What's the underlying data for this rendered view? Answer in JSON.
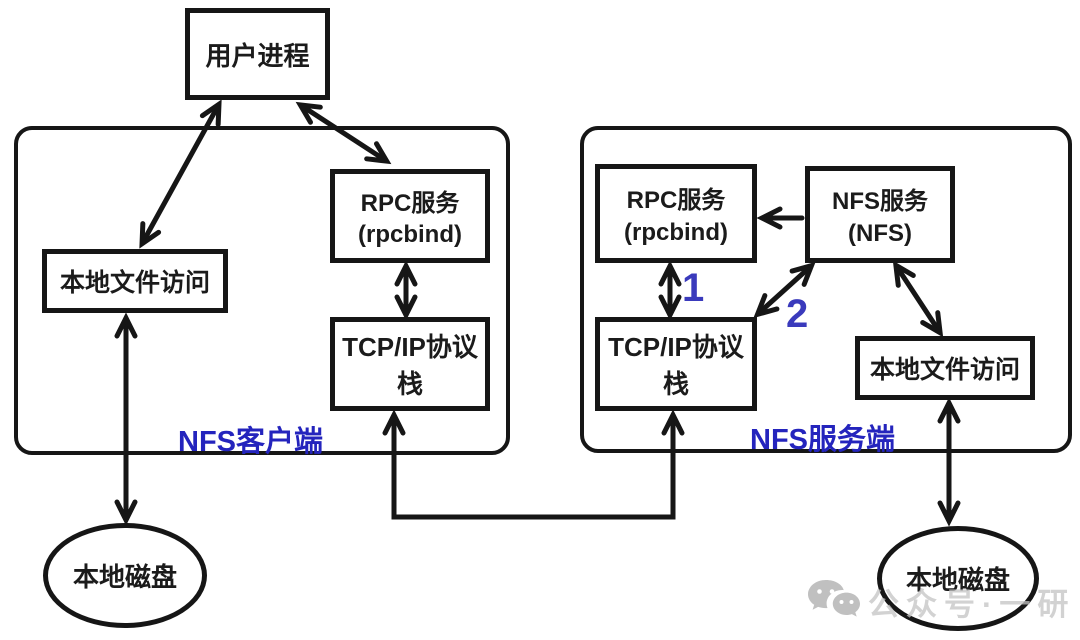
{
  "diagram": {
    "user_process": "用户进程",
    "client": {
      "label": "NFS客户端",
      "local_file": "本地文件访问",
      "rpc_line1": "RPC服务",
      "rpc_line2": "(rpcbind)",
      "tcpip": "TCP/IP协议栈",
      "disk": "本地磁盘"
    },
    "server": {
      "label": "NFS服务端",
      "rpc_line1": "RPC服务",
      "rpc_line2": "(rpcbind)",
      "nfs_line1": "NFS服务",
      "nfs_line2": "(NFS)",
      "tcpip": "TCP/IP协议栈",
      "local_file": "本地文件访问",
      "disk": "本地磁盘"
    },
    "annotations": {
      "step1": "1",
      "step2": "2"
    },
    "colors": {
      "line_black": "#161616",
      "accent_blue": "#2424bd",
      "watermark_gray": "#c3c3c3",
      "background": "#ffffff"
    }
  },
  "watermark": {
    "icon": "wechat-icon",
    "text": "公众号·一研"
  }
}
